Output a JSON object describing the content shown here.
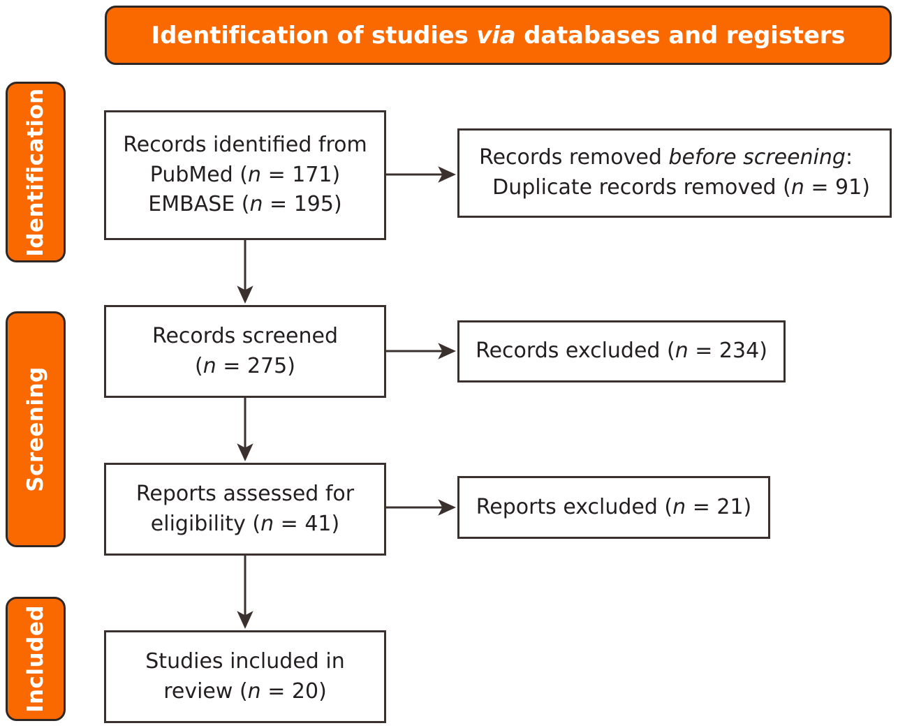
{
  "header": {
    "title_parts": [
      {
        "text": "Identification of studies ",
        "italic": false
      },
      {
        "text": "via",
        "italic": true
      },
      {
        "text": " databases and registers",
        "italic": false
      }
    ],
    "title_plain": "Identification of studies via databases and registers",
    "background_color": "#FA6800",
    "text_color": "#FFFFFF"
  },
  "stages": [
    {
      "id": "identification",
      "label": "Identification"
    },
    {
      "id": "screening",
      "label": "Screening"
    },
    {
      "id": "included",
      "label": "Included"
    }
  ],
  "boxes": {
    "identified": {
      "lines": [
        [
          {
            "text": "Records identified from",
            "italic": false
          }
        ],
        [
          {
            "text": "PubMed (",
            "italic": false
          },
          {
            "text": "n",
            "italic": true
          },
          {
            "text": " = 171)",
            "italic": false
          }
        ],
        [
          {
            "text": "EMBASE (",
            "italic": false
          },
          {
            "text": "n",
            "italic": true
          },
          {
            "text": " = 195)",
            "italic": false
          }
        ]
      ],
      "plain": "Records identified from PubMed (n = 171) EMBASE (n = 195)",
      "counts": {
        "PubMed": 171,
        "EMBASE": 195
      }
    },
    "removed": {
      "lines": [
        [
          {
            "text": "Records removed ",
            "italic": false
          },
          {
            "text": "before screening",
            "italic": true
          },
          {
            "text": ":",
            "italic": false
          }
        ],
        [
          {
            "text": "  Duplicate records removed (",
            "italic": false
          },
          {
            "text": "n",
            "italic": true
          },
          {
            "text": " = 91)",
            "italic": false
          }
        ]
      ],
      "plain": "Records removed before screening: Duplicate records removed (n = 91)",
      "counts": {
        "duplicates_removed": 91
      }
    },
    "screened": {
      "lines": [
        [
          {
            "text": "Records screened",
            "italic": false
          }
        ],
        [
          {
            "text": "(",
            "italic": false
          },
          {
            "text": "n",
            "italic": true
          },
          {
            "text": " = 275)",
            "italic": false
          }
        ]
      ],
      "plain": "Records screened (n = 275)",
      "counts": {
        "screened": 275
      }
    },
    "records_excluded": {
      "lines": [
        [
          {
            "text": "Records excluded (",
            "italic": false
          },
          {
            "text": "n",
            "italic": true
          },
          {
            "text": " = 234)",
            "italic": false
          }
        ]
      ],
      "plain": "Records excluded (n = 234)",
      "counts": {
        "excluded": 234
      }
    },
    "assessed": {
      "lines": [
        [
          {
            "text": "Reports assessed for",
            "italic": false
          }
        ],
        [
          {
            "text": "eligibility (",
            "italic": false
          },
          {
            "text": "n",
            "italic": true
          },
          {
            "text": " = 41)",
            "italic": false
          }
        ]
      ],
      "plain": "Reports assessed for eligibility (n = 41)",
      "counts": {
        "assessed": 41
      }
    },
    "reports_excluded": {
      "lines": [
        [
          {
            "text": "Reports excluded (",
            "italic": false
          },
          {
            "text": "n",
            "italic": true
          },
          {
            "text": " = 21)",
            "italic": false
          }
        ]
      ],
      "plain": "Reports excluded (n = 21)",
      "counts": {
        "excluded": 21
      }
    },
    "included": {
      "lines": [
        [
          {
            "text": "Studies included in",
            "italic": false
          }
        ],
        [
          {
            "text": "review (",
            "italic": false
          },
          {
            "text": "n",
            "italic": true
          },
          {
            "text": " = 20)",
            "italic": false
          }
        ]
      ],
      "plain": "Studies included in review (n = 20)",
      "counts": {
        "included": 20
      }
    }
  },
  "colors": {
    "accent_orange": "#FA6800",
    "box_border": "#3A302E",
    "text": "#231F20",
    "arrow": "#3A302E",
    "background": "#FFFFFF"
  }
}
